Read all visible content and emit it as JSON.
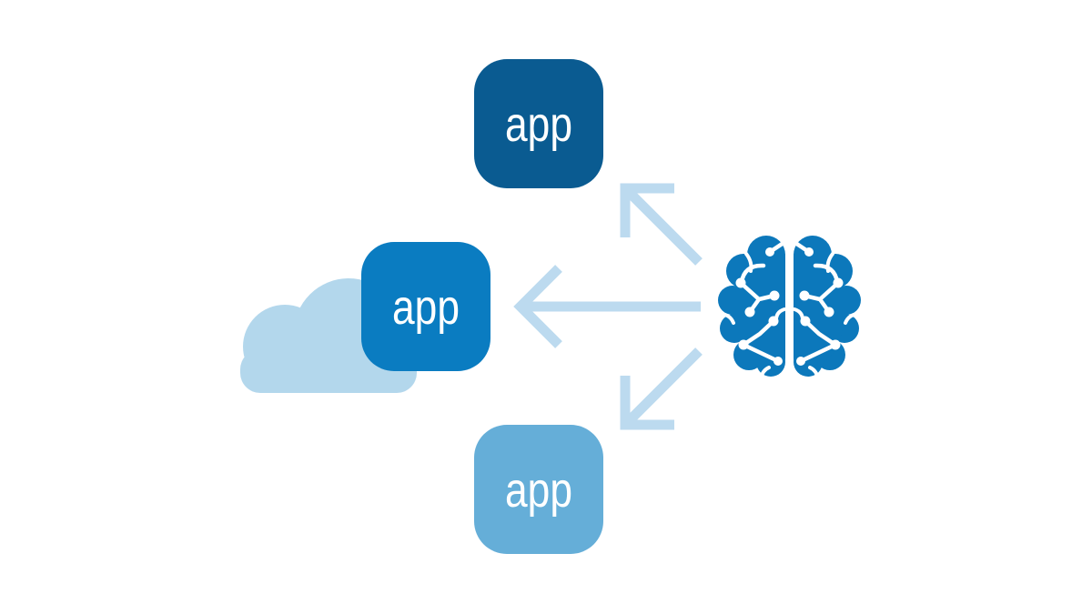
{
  "canvas": {
    "background": "#ffffff"
  },
  "colors": {
    "app_top": "#0a5b91",
    "app_middle": "#0a7cc1",
    "app_bottom": "#65aed8",
    "brain": "#0c78bb",
    "cloud": "#b3d7ec",
    "arrow": "#bcdaef",
    "app_label": "#ffffff",
    "circuit": "#ffffff"
  },
  "nodes": {
    "app_top": {
      "label": "app"
    },
    "app_middle": {
      "label": "app"
    },
    "app_bottom": {
      "label": "app"
    }
  },
  "icons": {
    "brain": "brain-circuit-icon",
    "cloud": "cloud-icon",
    "arrows": [
      "arrow-up-left-icon",
      "arrow-left-icon",
      "arrow-down-left-icon"
    ]
  }
}
